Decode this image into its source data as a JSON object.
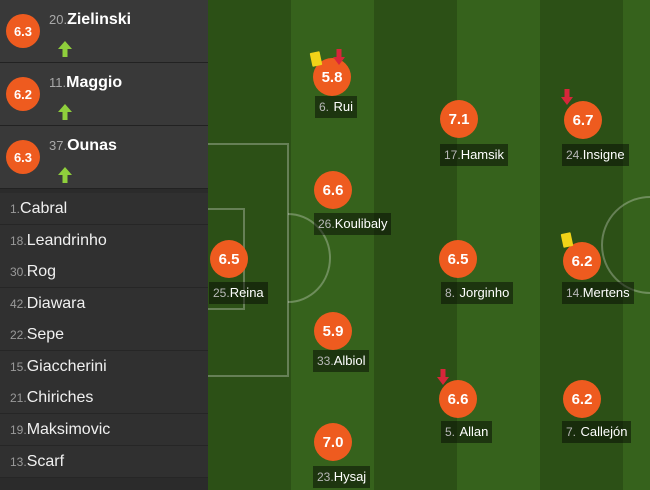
{
  "substitutes": [
    {
      "rating": "6.3",
      "number": "20.",
      "name": "Zielinski",
      "icon": "arrow-up-icon"
    },
    {
      "rating": "6.2",
      "number": "11.",
      "name": "Maggio",
      "icon": "arrow-up-icon"
    },
    {
      "rating": "6.3",
      "number": "37.",
      "name": "Ounas",
      "icon": "arrow-up-icon"
    }
  ],
  "bench": [
    {
      "number": "1.",
      "name": "Cabral"
    },
    {
      "number": "18.",
      "name": "Leandrinho"
    },
    {
      "number": "30.",
      "name": "Rog"
    },
    {
      "number": "42.",
      "name": "Diawara"
    },
    {
      "number": "22.",
      "name": "Sepe"
    },
    {
      "number": "15.",
      "name": "Giaccherini"
    },
    {
      "number": "21.",
      "name": "Chiriches"
    },
    {
      "number": "19.",
      "name": "Maksimovic"
    },
    {
      "number": "13.",
      "name": "Scarf"
    }
  ],
  "lineup": {
    "rui": {
      "rating": "5.8",
      "number": "6.",
      "name": "Rui",
      "yellow_card": true,
      "subbed_off": true
    },
    "hamsik": {
      "rating": "7.1",
      "number": "17.",
      "name": "Hamsik"
    },
    "insigne": {
      "rating": "6.7",
      "number": "24.",
      "name": "Insigne",
      "subbed_off": true
    },
    "koulibaly": {
      "rating": "6.6",
      "number": "26.",
      "name": "Koulibaly"
    },
    "reina": {
      "rating": "6.5",
      "number": "25.",
      "name": "Reina"
    },
    "jorginho": {
      "rating": "6.5",
      "number": "8.",
      "name": "Jorginho"
    },
    "mertens": {
      "rating": "6.2",
      "number": "14.",
      "name": "Mertens",
      "yellow_card": true
    },
    "albiol": {
      "rating": "5.9",
      "number": "33.",
      "name": "Albiol"
    },
    "allan": {
      "rating": "6.6",
      "number": "5.",
      "name": "Allan",
      "subbed_off": true
    },
    "callejon": {
      "rating": "6.2",
      "number": "7.",
      "name": "Callejón"
    },
    "hysaj": {
      "rating": "7.0",
      "number": "23.",
      "name": "Hysaj"
    }
  },
  "colors": {
    "rating_badge": "#ee5b1f",
    "yellow_card": "#f1d318",
    "sub_in_arrow": "#8fcf3c",
    "sub_out_arrow": "#d8263a"
  }
}
